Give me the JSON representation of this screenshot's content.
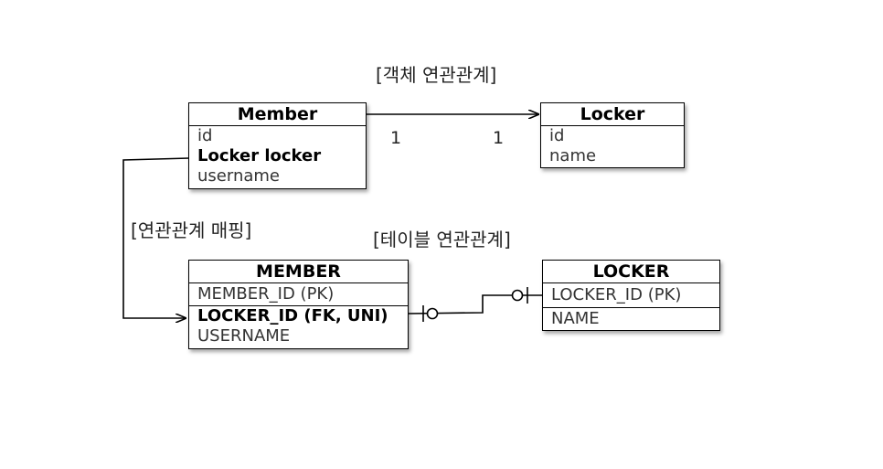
{
  "titles": {
    "object_relation": "[객체 연관관계]",
    "mapping": "[연관관계 매핑]",
    "table_relation": "[테이블 연관관계]"
  },
  "object_model": {
    "member": {
      "name": "Member",
      "fields": [
        {
          "text": "id",
          "bold": false
        },
        {
          "text": "Locker locker",
          "bold": true
        },
        {
          "text": "username",
          "bold": false
        }
      ]
    },
    "locker": {
      "name": "Locker",
      "fields": [
        {
          "text": "id",
          "bold": false
        },
        {
          "text": "name",
          "bold": false
        }
      ]
    },
    "multiplicity": {
      "source": "1",
      "target": "1"
    }
  },
  "table_model": {
    "member": {
      "name": "MEMBER",
      "pk": "MEMBER_ID (PK)",
      "columns": [
        {
          "text": "LOCKER_ID (FK, UNI)",
          "bold": true
        },
        {
          "text": "USERNAME",
          "bold": false
        }
      ]
    },
    "locker": {
      "name": "LOCKER",
      "pk": "LOCKER_ID (PK)",
      "columns": [
        {
          "text": "NAME",
          "bold": false
        }
      ]
    }
  }
}
